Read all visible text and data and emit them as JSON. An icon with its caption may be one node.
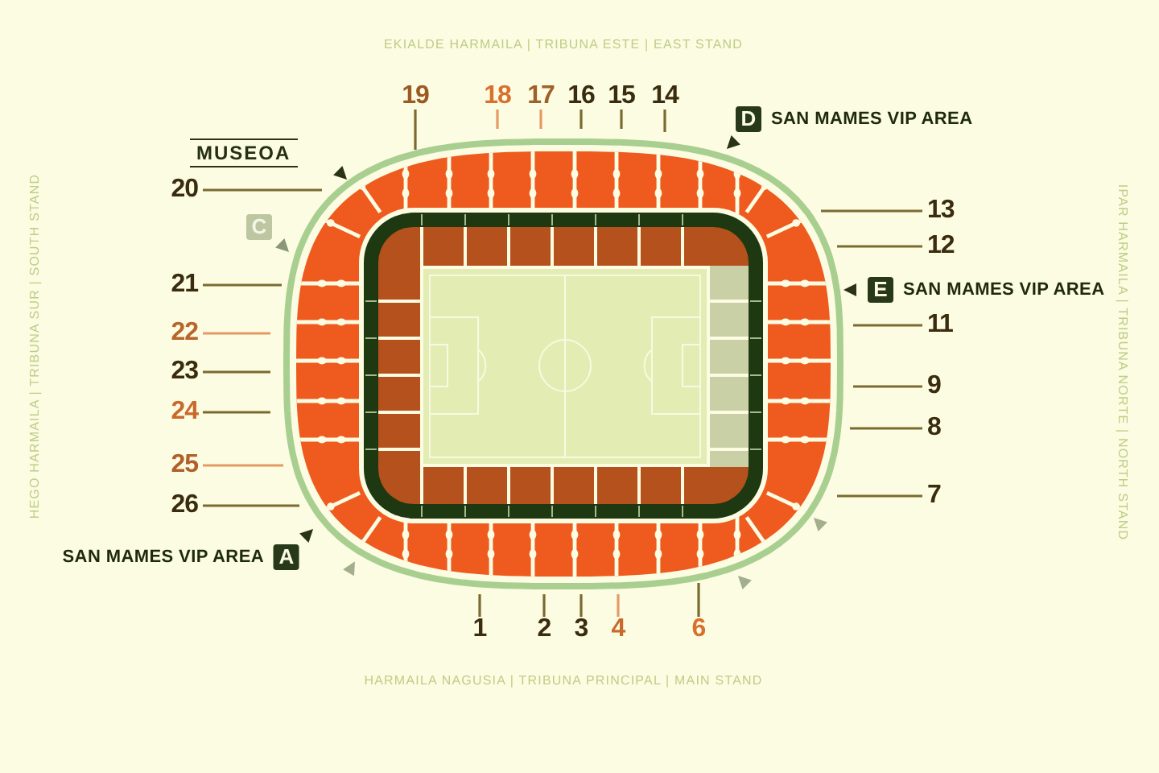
{
  "diagram": {
    "nodes": [
      {
        "text": [
          "19"
        ]
      },
      {
        "text": [
          "18"
        ]
      },
      {
        "text": [
          "17"
        ]
      },
      {
        "text": [
          "16"
        ]
      },
      {
        "text": [
          "15"
        ]
      },
      {
        "text": [
          "14"
        ]
      },
      {
        "text": [
          "D"
        ],
        "beside": [
          "SAN MAMES VIP AREA"
        ]
      },
      {
        "text": [
          "20"
        ]
      },
      {
        "text": [
          "13"
        ]
      },
      {
        "text": [
          "C"
        ]
      },
      {
        "text": [
          "12"
        ]
      },
      {
        "text": [
          "21"
        ]
      },
      {
        "text": [
          "E"
        ],
        "beside": [
          "SAN MAMES VIP AREA"
        ]
      },
      {
        "text": [
          "11"
        ]
      },
      {
        "text": [
          "22"
        ]
      },
      {
        "text": [
          "23"
        ]
      },
      {
        "text": [
          "9"
        ]
      },
      {
        "text": [
          "24"
        ]
      },
      {
        "text": [
          "8"
        ]
      },
      {
        "text": [
          "25"
        ]
      },
      {
        "text": [
          "7"
        ]
      },
      {
        "text": [
          "26"
        ]
      },
      {
        "text": [
          "A"
        ],
        "beside": [
          "SAN MAMES VIP AREA"
        ]
      },
      {
        "text": [
          "1"
        ]
      },
      {
        "text": [
          "2"
        ]
      },
      {
        "text": [
          "3"
        ]
      },
      {
        "text": [
          "4"
        ]
      },
      {
        "text": [
          "6"
        ]
      }
    ],
    "edges": [
      {
        "from": 0,
        "to": null,
        "arrow": "none"
      },
      {
        "from": 1,
        "to": null,
        "arrow": "none",
        "color": "#e39a64"
      },
      {
        "from": 2,
        "to": null,
        "arrow": "none",
        "color": "#e39a64"
      },
      {
        "from": 3,
        "to": null,
        "arrow": "none"
      },
      {
        "from": 4,
        "to": null,
        "arrow": "none"
      },
      {
        "from": 5,
        "to": null,
        "arrow": "none"
      },
      {
        "from": 7,
        "to": null,
        "arrow": "none"
      },
      {
        "from": 8,
        "to": null,
        "arrow": "none"
      },
      {
        "from": 10,
        "to": null,
        "arrow": "none"
      },
      {
        "from": 11,
        "to": null,
        "arrow": "none"
      },
      {
        "from": 13,
        "to": null,
        "arrow": "none"
      },
      {
        "from": 14,
        "to": null,
        "arrow": "none",
        "color": "#e39a64"
      },
      {
        "from": 15,
        "to": null,
        "arrow": "none"
      },
      {
        "from": 16,
        "to": null,
        "arrow": "none"
      },
      {
        "from": 17,
        "to": null,
        "arrow": "none"
      },
      {
        "from": 18,
        "to": null,
        "arrow": "none"
      },
      {
        "from": 19,
        "to": null,
        "arrow": "none",
        "color": "#e39a64"
      },
      {
        "from": 20,
        "to": null,
        "arrow": "none"
      },
      {
        "from": 21,
        "to": null,
        "arrow": "none"
      },
      {
        "from": 23,
        "to": null,
        "arrow": "none"
      },
      {
        "from": 24,
        "to": null,
        "arrow": "none"
      },
      {
        "from": 25,
        "to": null,
        "arrow": "none"
      },
      {
        "from": 26,
        "to": null,
        "arrow": "none",
        "color": "#e39a64"
      },
      {
        "from": 27,
        "to": null,
        "arrow": "none"
      }
    ],
    "labels": [
      "EKIALDE HARMAILA | TRIBUNA ESTE | EAST STAND",
      "MUSEOA",
      "HEGO HARMAILA | TRIBUNA SUR | SOUTH STAND",
      "IPAR HARMAILA | TRIBUNA NORTE | NORTH STAND",
      "HARMAILA NAGUSIA | TRIBUNA PRINCIPAL | MAIN STAND"
    ]
  }
}
